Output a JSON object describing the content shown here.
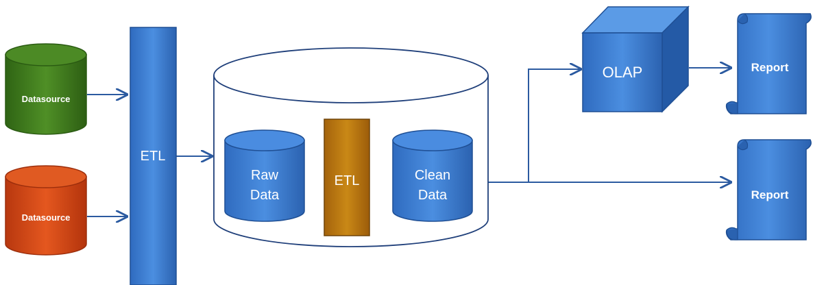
{
  "nodes": {
    "datasource_1": "Datasource",
    "datasource_2": "Datasource",
    "etl_main": "ETL",
    "raw_data_line1": "Raw",
    "raw_data_line2": "Data",
    "etl_inner": "ETL",
    "clean_data_line1": "Clean",
    "clean_data_line2": "Data",
    "olap": "OLAP",
    "report_1": "Report",
    "report_2": "Report"
  },
  "colors": {
    "blue": "#3a78cc",
    "blue_dark": "#1f4f94",
    "green": "#3e7a1d",
    "green_dark": "#2a5a12",
    "red": "#d7471a",
    "red_dark": "#9c2e0c",
    "brown": "#bf7a12",
    "brown_dark": "#7e4e0a",
    "line": "#2b5aa0"
  }
}
